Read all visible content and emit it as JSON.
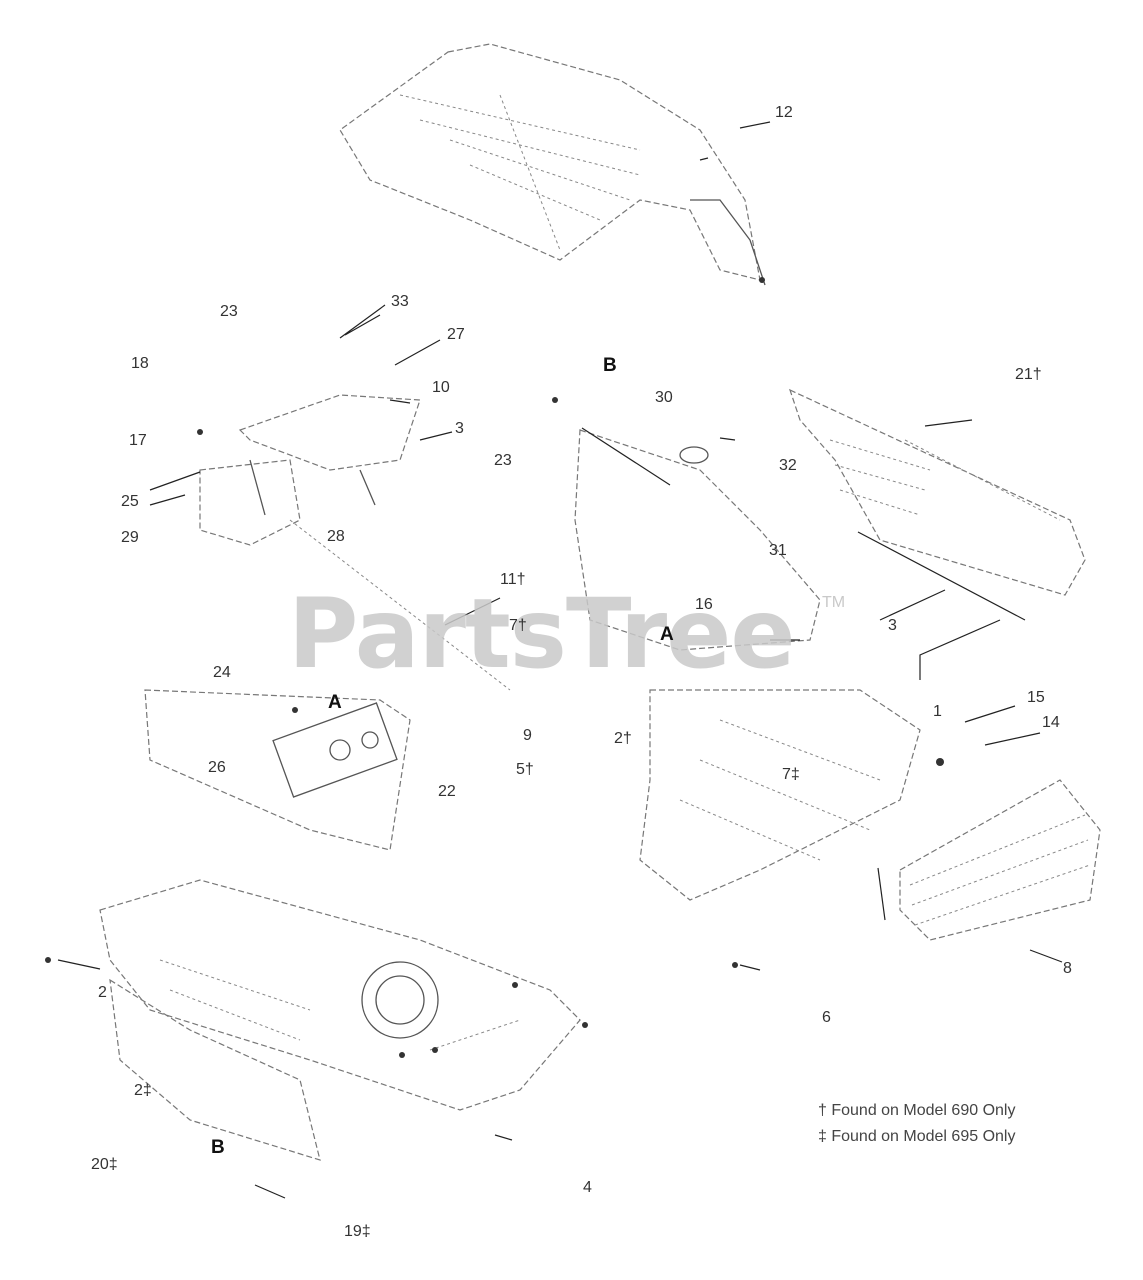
{
  "labels": {
    "n12": "12",
    "nB_top": "B",
    "n21": "21†",
    "n23a": "23",
    "n33": "33",
    "n27": "27",
    "n18": "18",
    "n10": "10",
    "n3a": "3",
    "n30": "30",
    "n23b": "23",
    "n32": "32",
    "n17": "17",
    "n25": "25",
    "n29": "29",
    "n28": "28",
    "n31": "31",
    "n11": "11†",
    "n16": "16",
    "n7a": "7†",
    "nA_mid": "A",
    "n3b": "3",
    "n24": "24",
    "nA_left": "A",
    "n1": "1",
    "n15": "15",
    "n14": "14",
    "n9": "9",
    "n2a": "2†",
    "n26": "26",
    "n5": "5†",
    "n7b": "7‡",
    "n22": "22",
    "n8": "8",
    "n2b": "2",
    "n6": "6",
    "n2c": "2‡",
    "nB_bottom": "B",
    "n20": "20‡",
    "n4": "4",
    "n19": "19‡"
  },
  "notes": {
    "line1": "† Found on Model 690 Only",
    "line2": "‡ Found on Model 695 Only"
  },
  "watermark": {
    "text": "PartsTree",
    "tm": "TM"
  }
}
